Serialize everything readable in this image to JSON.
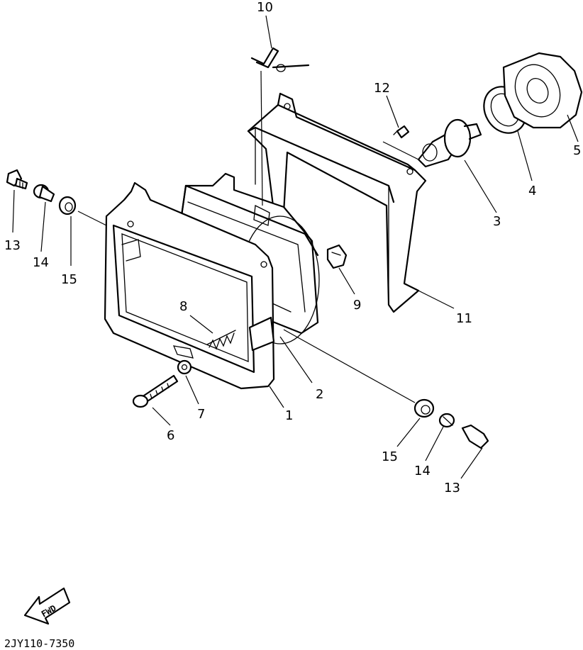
{
  "diagram_code": "2JY110-7350",
  "fwd_label": "FWD",
  "labels": {
    "p1": "1",
    "p2": "2",
    "p3": "3",
    "p4": "4",
    "p5": "5",
    "p6": "6",
    "p7": "7",
    "p8": "8",
    "p9": "9",
    "p10": "10",
    "p11": "11",
    "p12": "12",
    "p13_left": "13",
    "p14_left": "14",
    "p15_left": "15",
    "p13_right": "13",
    "p14_right": "14",
    "p15_right": "15"
  }
}
